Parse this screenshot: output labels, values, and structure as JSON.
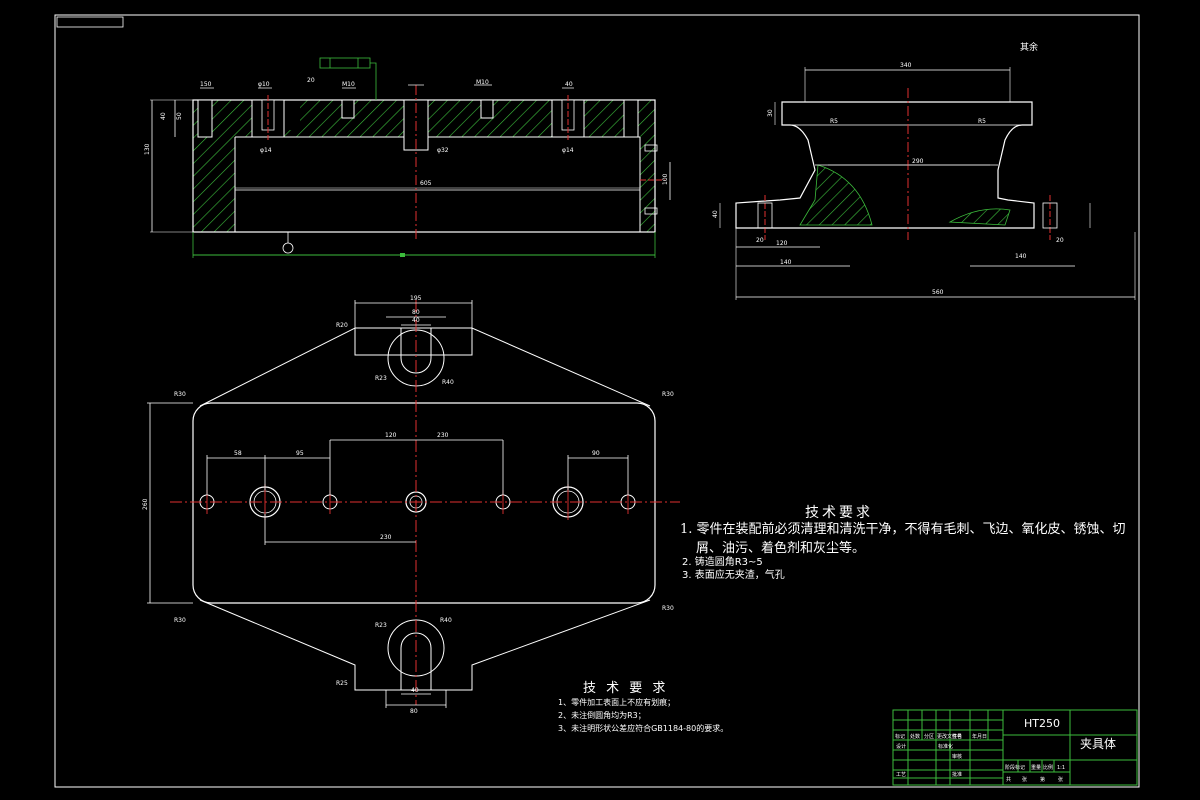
{
  "drawing": {
    "material": "HT250",
    "part_name": "夹具体",
    "scale": "1:1",
    "finish_note": "其余"
  },
  "requirements_upper": {
    "title": "技术要求",
    "items": [
      "1. 零件在装配前必须清理和清洗干净，不得有毛刺、飞边、氧化皮、锈蚀、切",
      "屑、油污、着色剂和灰尘等。",
      "2. 铸造圆角R3~5",
      "3. 表面应无夹渣，气孔"
    ]
  },
  "requirements_lower": {
    "title": "技 术 要 求",
    "items": [
      "1、零件加工表面上不应有划痕；",
      "2、未注倒圆角均为R3；",
      "3、未注明形状公差应符合GB1184-80的要求。"
    ]
  },
  "dimensions": {
    "front": [
      "150",
      "40",
      "50",
      "130",
      "605",
      "φ14",
      "φ32",
      "φ14",
      "φ10",
      "M10",
      "M10",
      "100",
      "20",
      "40"
    ],
    "side": [
      "340",
      "290",
      "R5",
      "R5",
      "30",
      "40",
      "20",
      "20",
      "120",
      "140",
      "140",
      "560"
    ],
    "top": [
      "195",
      "80",
      "40",
      "R20",
      "R23",
      "R40",
      "R30",
      "R30",
      "R30",
      "R30",
      "260",
      "58",
      "95",
      "120",
      "230",
      "230",
      "90",
      "R23",
      "R40",
      "R25",
      "80",
      "40"
    ]
  },
  "title_block": {
    "labels": [
      "设计",
      "标准化",
      "审核",
      "工艺",
      "批准",
      "标记",
      "处数",
      "分区",
      "更改文件号",
      "签名",
      "年月日",
      "阶段标记",
      "重量",
      "比例",
      "共",
      "张",
      "第",
      "张"
    ]
  }
}
